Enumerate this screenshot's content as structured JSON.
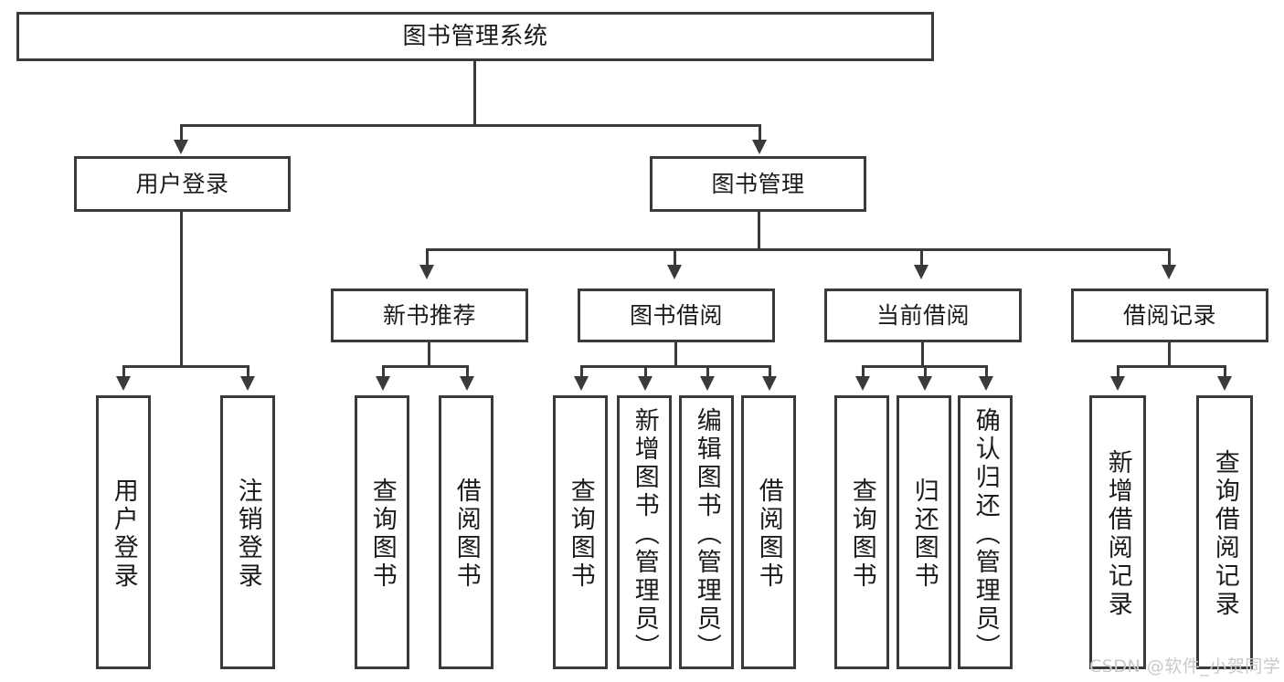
{
  "diagram": {
    "title": "图书管理系统",
    "type": "tree",
    "root": {
      "label": "图书管理系统"
    },
    "level2": [
      {
        "label": "用户登录"
      },
      {
        "label": "图书管理"
      }
    ],
    "level3": [
      {
        "label": "新书推荐"
      },
      {
        "label": "图书借阅"
      },
      {
        "label": "当前借阅"
      },
      {
        "label": "借阅记录"
      }
    ],
    "leaves": {
      "user_login": [
        {
          "label": "用户登录"
        },
        {
          "label": "注销登录"
        }
      ],
      "new_book_recommend": [
        {
          "label": "查询图书"
        },
        {
          "label": "借阅图书"
        }
      ],
      "book_borrow": [
        {
          "label": "查询图书"
        },
        {
          "label": "新增图书（管理员）"
        },
        {
          "label": "编辑图书（管理员）"
        },
        {
          "label": "借阅图书"
        }
      ],
      "current_borrow": [
        {
          "label": "查询图书"
        },
        {
          "label": "归还图书"
        },
        {
          "label": "确认归还（管理员）"
        }
      ],
      "borrow_record": [
        {
          "label": "新增借阅记录"
        },
        {
          "label": "查询借阅记录"
        }
      ]
    }
  },
  "watermark": {
    "text": "CSDN @软件_小贺同学"
  },
  "colors": {
    "stroke": "#3a3a3a",
    "text": "#1b1b1b",
    "background": "#ffffff",
    "watermark": "#c9c9c9"
  }
}
